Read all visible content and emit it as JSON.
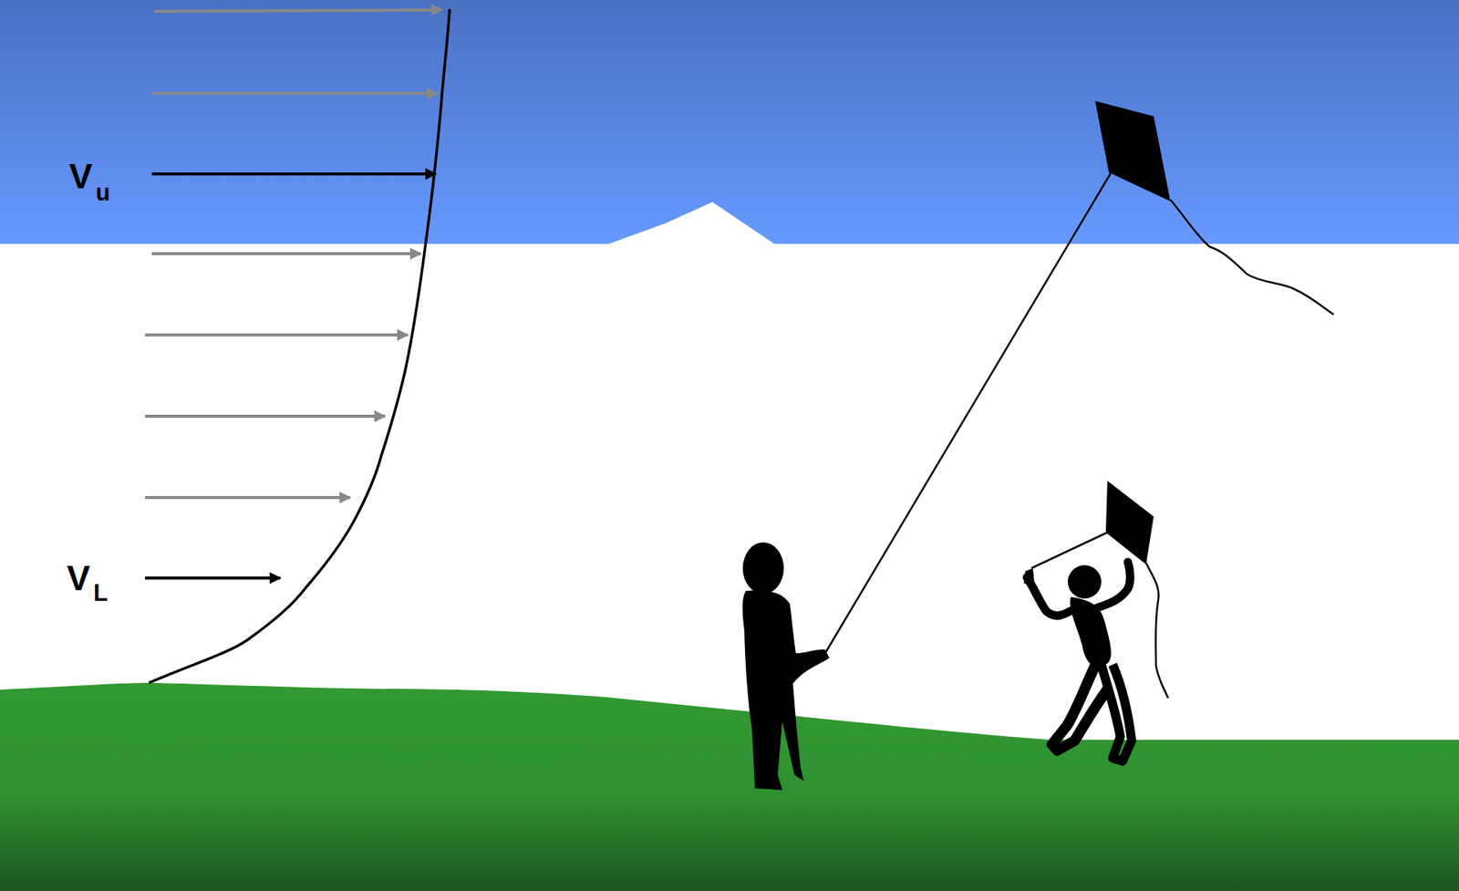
{
  "diagram": {
    "labels": [
      "V",
      "u",
      "V",
      "L"
    ]
  }
}
